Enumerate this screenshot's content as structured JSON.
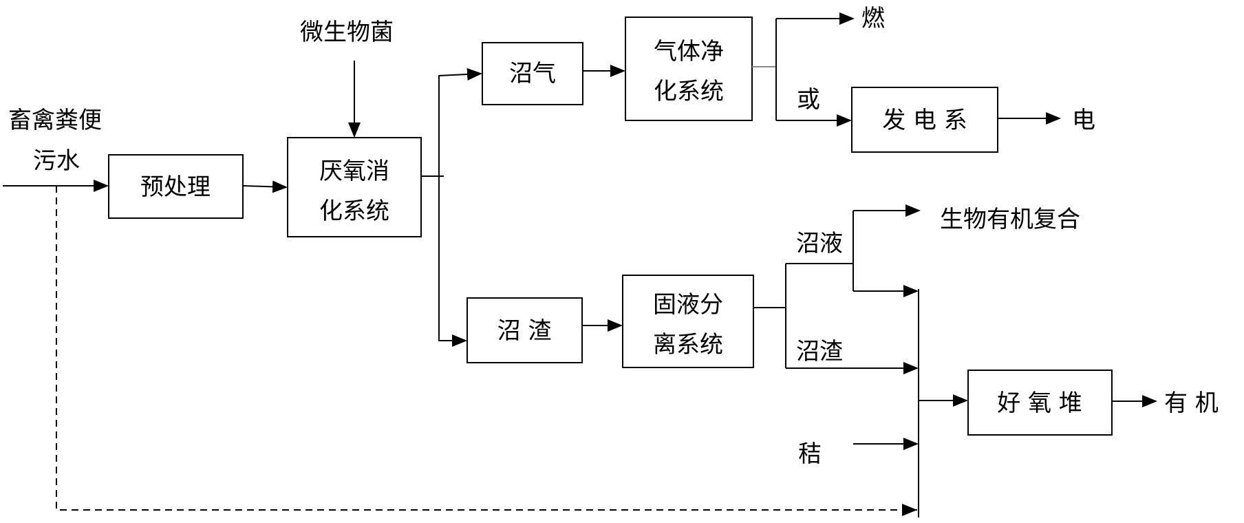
{
  "inputs": {
    "manure_line1": "畜禽粪便",
    "manure_line2": "污水",
    "microbes": "微生物菌",
    "straw": "秸"
  },
  "boxes": {
    "pretreatment": "预处理",
    "anaerobic_line1": "厌氧消",
    "anaerobic_line2": "化系统",
    "biogas": "沼气",
    "gas_purify_line1": "气体净",
    "gas_purify_line2": "化系统",
    "power_system": "发 电 系",
    "residue": "沼  渣",
    "separation_line1": "固液分",
    "separation_line2": "离系统",
    "aerobic_compost": "好 氧 堆"
  },
  "labels": {
    "fuel": "燃",
    "or": "或",
    "electricity": "电",
    "slurry": "沼液",
    "bio_organic": "生物有机复合",
    "residue_out": "沼渣",
    "organic_out": "有  机"
  }
}
